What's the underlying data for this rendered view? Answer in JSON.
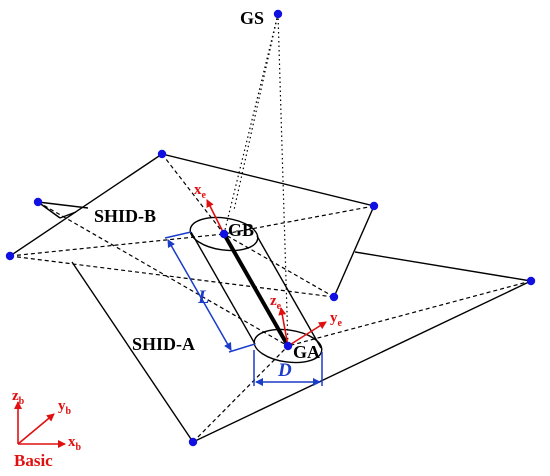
{
  "labels": {
    "gs": "GS",
    "gb": "GB",
    "ga": "GA",
    "shid_a": "SHID-A",
    "shid_b": "SHID-B",
    "length": "L",
    "diameter": "D",
    "basic": "Basic"
  },
  "end_axes": {
    "x": "x",
    "y": "y",
    "z": "z",
    "sub": "e"
  },
  "basic_axes": {
    "x": "x",
    "y": "y",
    "z": "z",
    "sub": "b"
  },
  "colors": {
    "points": "#1010e0",
    "axes": "#e01010",
    "dimension": "#1a3cc8",
    "lines": "#000000"
  }
}
